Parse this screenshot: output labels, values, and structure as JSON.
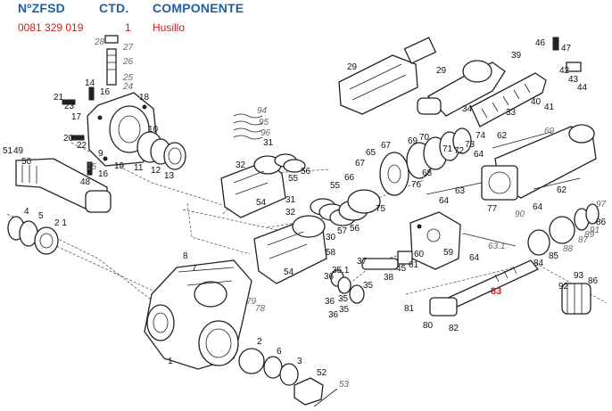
{
  "header": {
    "col_part_no": "NºZFSD",
    "col_qty": "CTD.",
    "col_component": "COMPONENTE"
  },
  "selected_row": {
    "part_no": "0081 329 019",
    "qty": "1",
    "component": "Husillo"
  },
  "callouts": [
    {
      "id": "c1",
      "text": "1"
    },
    {
      "id": "c2",
      "text": "2"
    },
    {
      "id": "c3",
      "text": "3"
    },
    {
      "id": "c4",
      "text": "4"
    },
    {
      "id": "c5",
      "text": "5"
    },
    {
      "id": "c6",
      "text": "6"
    },
    {
      "id": "c7",
      "text": "7"
    },
    {
      "id": "c8",
      "text": "8"
    },
    {
      "id": "c9",
      "text": "9"
    },
    {
      "id": "c10",
      "text": "10"
    },
    {
      "id": "c11",
      "text": "11"
    },
    {
      "id": "c12",
      "text": "12"
    },
    {
      "id": "c13",
      "text": "13"
    },
    {
      "id": "c14",
      "text": "14"
    },
    {
      "id": "c15",
      "text": "15"
    },
    {
      "id": "c16a",
      "text": "16"
    },
    {
      "id": "c16b",
      "text": "16"
    },
    {
      "id": "c17",
      "text": "17"
    },
    {
      "id": "c18",
      "text": "18"
    },
    {
      "id": "c19",
      "text": "19"
    },
    {
      "id": "c20",
      "text": "20"
    },
    {
      "id": "c21a",
      "text": "21"
    },
    {
      "id": "c21b",
      "text": "2 1"
    },
    {
      "id": "c22",
      "text": "22"
    },
    {
      "id": "c23",
      "text": "23"
    },
    {
      "id": "c24",
      "text": "24"
    },
    {
      "id": "c25",
      "text": "25"
    },
    {
      "id": "c26",
      "text": "26"
    },
    {
      "id": "c27",
      "text": "27"
    },
    {
      "id": "c28",
      "text": "28"
    },
    {
      "id": "c29a",
      "text": "29"
    },
    {
      "id": "c29b",
      "text": "29"
    },
    {
      "id": "c30",
      "text": "30"
    },
    {
      "id": "c31a",
      "text": "31"
    },
    {
      "id": "c31b",
      "text": "31"
    },
    {
      "id": "c32a",
      "text": "32"
    },
    {
      "id": "c32b",
      "text": "32"
    },
    {
      "id": "c33",
      "text": "33"
    },
    {
      "id": "c34",
      "text": "34"
    },
    {
      "id": "c35a",
      "text": "35"
    },
    {
      "id": "c35b",
      "text": "35"
    },
    {
      "id": "c35c",
      "text": "35"
    },
    {
      "id": "c35d",
      "text": "35.1"
    },
    {
      "id": "c36a",
      "text": "36"
    },
    {
      "id": "c36b",
      "text": "36"
    },
    {
      "id": "c36c",
      "text": "36"
    },
    {
      "id": "c37",
      "text": "37"
    },
    {
      "id": "c38",
      "text": "38"
    },
    {
      "id": "c39",
      "text": "39"
    },
    {
      "id": "c40",
      "text": "40"
    },
    {
      "id": "c41",
      "text": "41"
    },
    {
      "id": "c42",
      "text": "42"
    },
    {
      "id": "c43",
      "text": "43"
    },
    {
      "id": "c44",
      "text": "44"
    },
    {
      "id": "c45",
      "text": "45"
    },
    {
      "id": "c46",
      "text": "46"
    },
    {
      "id": "c47",
      "text": "47"
    },
    {
      "id": "c48",
      "text": "48"
    },
    {
      "id": "c49",
      "text": "49"
    },
    {
      "id": "c50",
      "text": "50"
    },
    {
      "id": "c51",
      "text": "51"
    },
    {
      "id": "c52",
      "text": "52"
    },
    {
      "id": "c53",
      "text": "53"
    },
    {
      "id": "c54a",
      "text": "54"
    },
    {
      "id": "c54b",
      "text": "54"
    },
    {
      "id": "c55a",
      "text": "55"
    },
    {
      "id": "c55b",
      "text": "55"
    },
    {
      "id": "c56a",
      "text": "56"
    },
    {
      "id": "c56b",
      "text": "56"
    },
    {
      "id": "c57",
      "text": "57"
    },
    {
      "id": "c58",
      "text": "58"
    },
    {
      "id": "c59",
      "text": "59"
    },
    {
      "id": "c60",
      "text": "60"
    },
    {
      "id": "c61",
      "text": "61"
    },
    {
      "id": "c62a",
      "text": "62"
    },
    {
      "id": "c62b",
      "text": "62"
    },
    {
      "id": "c63",
      "text": "63"
    },
    {
      "id": "c63b",
      "text": "63.1"
    },
    {
      "id": "c64a",
      "text": "64"
    },
    {
      "id": "c64b",
      "text": "64"
    },
    {
      "id": "c64c",
      "text": "64"
    },
    {
      "id": "c64d",
      "text": "64"
    },
    {
      "id": "c65",
      "text": "65"
    },
    {
      "id": "c66",
      "text": "66"
    },
    {
      "id": "c67a",
      "text": "67"
    },
    {
      "id": "c67b",
      "text": "67"
    },
    {
      "id": "c68",
      "text": "68"
    },
    {
      "id": "c69a",
      "text": "69"
    },
    {
      "id": "c69b",
      "text": "69"
    },
    {
      "id": "c70",
      "text": "70"
    },
    {
      "id": "c71",
      "text": "71"
    },
    {
      "id": "c72",
      "text": "72"
    },
    {
      "id": "c73",
      "text": "73"
    },
    {
      "id": "c74",
      "text": "74"
    },
    {
      "id": "c75",
      "text": "75"
    },
    {
      "id": "c76",
      "text": "76"
    },
    {
      "id": "c77",
      "text": "77"
    },
    {
      "id": "c78",
      "text": "78"
    },
    {
      "id": "c79",
      "text": "79"
    },
    {
      "id": "c80",
      "text": "80"
    },
    {
      "id": "c81",
      "text": "81"
    },
    {
      "id": "c82",
      "text": "82"
    },
    {
      "id": "c83",
      "text": "83"
    },
    {
      "id": "c84",
      "text": "84"
    },
    {
      "id": "c85",
      "text": "85"
    },
    {
      "id": "c86a",
      "text": "86"
    },
    {
      "id": "c86b",
      "text": "86"
    },
    {
      "id": "c87",
      "text": "87"
    },
    {
      "id": "c88",
      "text": "88"
    },
    {
      "id": "c89",
      "text": "89"
    },
    {
      "id": "c90",
      "text": "90"
    },
    {
      "id": "c91",
      "text": "91"
    },
    {
      "id": "c92",
      "text": "92"
    },
    {
      "id": "c93",
      "text": "93"
    },
    {
      "id": "c94",
      "text": "94"
    },
    {
      "id": "c95",
      "text": "95"
    },
    {
      "id": "c96",
      "text": "96"
    },
    {
      "id": "c97",
      "text": "97"
    }
  ],
  "highlight_callout": "c83",
  "colors": {
    "header": "#1f5fa6",
    "row_text": "#d11a1a",
    "highlight": "#d11a1a",
    "line_art": "#222222"
  }
}
